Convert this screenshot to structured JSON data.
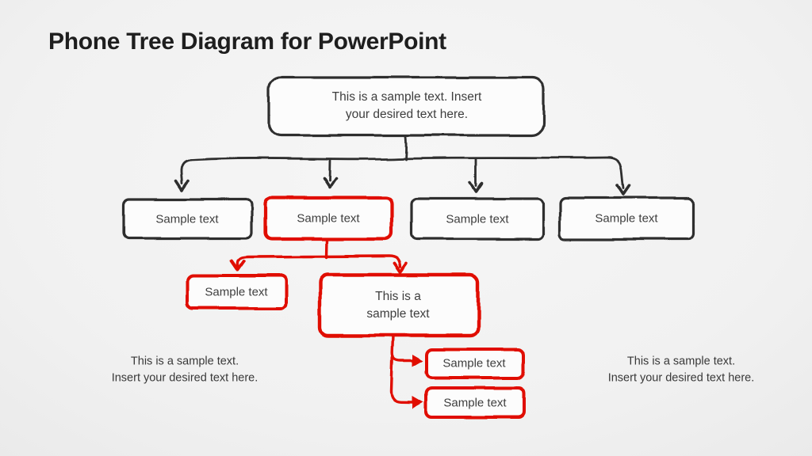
{
  "slide": {
    "title": "Phone Tree Diagram for PowerPoint"
  },
  "palette": {
    "accent_red": "#e01005",
    "stroke_dark": "#2d2d2d",
    "node_fill": "#fcfcfc",
    "text_dark": "#3e3e3e",
    "background": "#f1f1f1"
  },
  "tree": {
    "root": {
      "label": "This is a sample text. Insert\nyour desired text here."
    },
    "level2": [
      {
        "label": "Sample text",
        "highlighted": false
      },
      {
        "label": "Sample text",
        "highlighted": true
      },
      {
        "label": "Sample text",
        "highlighted": false
      },
      {
        "label": "Sample text",
        "highlighted": false
      }
    ],
    "level3": {
      "left": {
        "label": "Sample text"
      },
      "right": {
        "label": "This is a\nsample text"
      }
    },
    "level4": [
      {
        "label": "Sample text"
      },
      {
        "label": "Sample text"
      }
    ]
  },
  "notes": {
    "left": "This is a sample text.\nInsert your desired text here.",
    "right": "This is a sample text.\nInsert your desired text here."
  }
}
